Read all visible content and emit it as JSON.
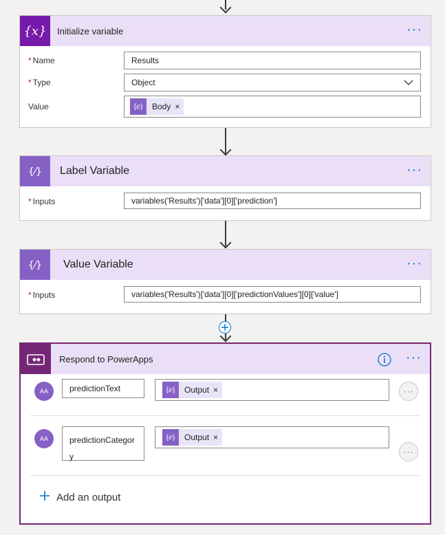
{
  "init_var": {
    "title": "Initialize variable",
    "name_label": "Name",
    "name_value": "Results",
    "type_label": "Type",
    "type_value": "Object",
    "value_label": "Value",
    "value_token": "Body",
    "token_x": "×"
  },
  "label_var": {
    "title": "Label Variable",
    "inputs_label": "Inputs",
    "inputs_value": "variables('Results')['data'][0]['prediction']"
  },
  "value_var": {
    "title": "Value Variable",
    "inputs_label": "Inputs",
    "inputs_value": "variables('Results')['data'][0]['predictionValues'][0]['value']"
  },
  "respond": {
    "title": "Respond to PowerApps",
    "outputs": [
      {
        "avatar": "AA",
        "name": "predictionText",
        "token": "Output",
        "token_x": "×"
      },
      {
        "avatar": "AA",
        "name": "predictionCategor y",
        "token": "Output",
        "token_x": "×"
      }
    ],
    "add_output": "Add an output"
  },
  "required_marker": "*",
  "more_dots": "···",
  "colors": {
    "header_bg": "#eadff7",
    "variable_icon": "#7719aa",
    "compose_icon": "#8661c5",
    "powerapps": "#742774",
    "accent": "#0078d4"
  }
}
